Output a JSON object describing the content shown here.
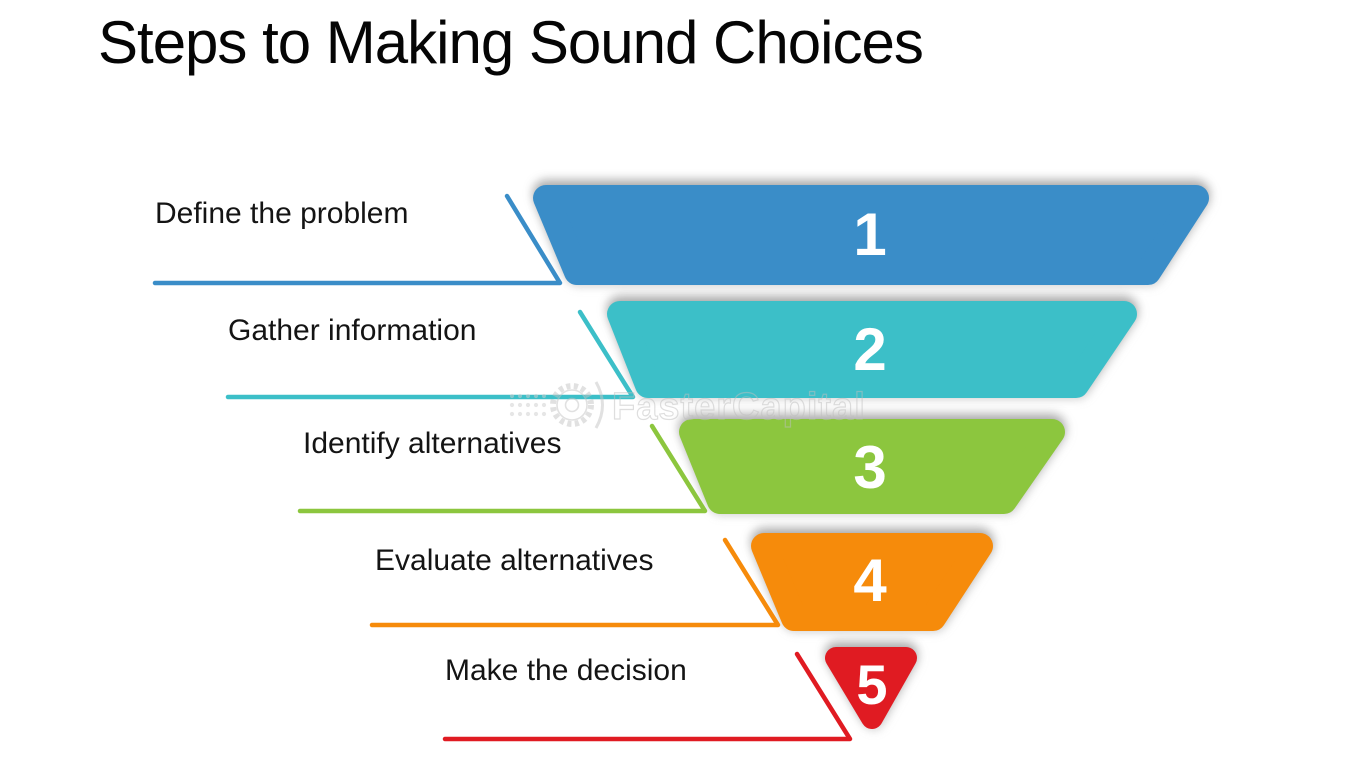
{
  "title": "Steps to Making Sound Choices",
  "watermark": {
    "text": "FasterCapital"
  },
  "diagram": {
    "type": "funnel",
    "direction": "top-to-bottom",
    "steps": [
      {
        "number": "1",
        "label": "Define the problem",
        "color": "#3A8DC8"
      },
      {
        "number": "2",
        "label": "Gather information",
        "color": "#3CBFC8"
      },
      {
        "number": "3",
        "label": "Identify alternatives",
        "color": "#8CC63E"
      },
      {
        "number": "4",
        "label": "Evaluate alternatives",
        "color": "#F68B0B"
      },
      {
        "number": "5",
        "label": "Make the decision",
        "color": "#E01B22"
      }
    ]
  }
}
